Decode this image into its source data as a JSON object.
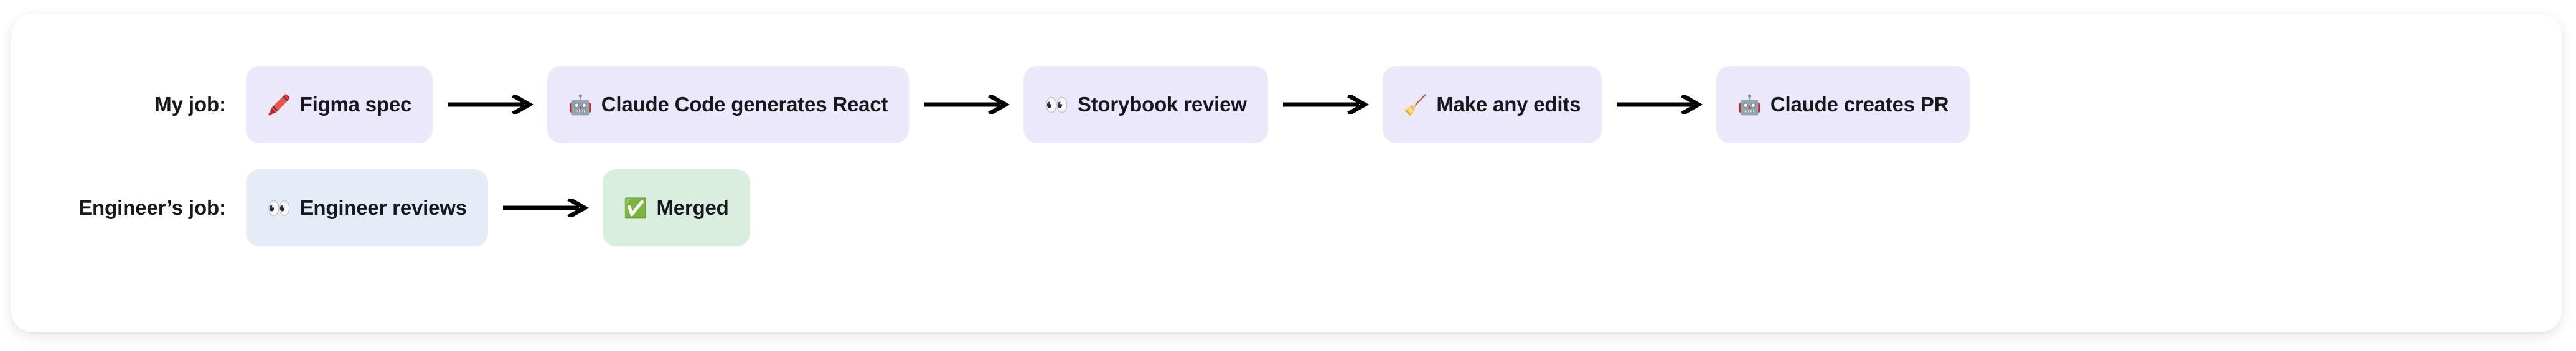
{
  "diagram": {
    "type": "flowchart",
    "orientation": "horizontal",
    "colors": {
      "card_background": "#ffffff",
      "page_background": "#ffffff",
      "chip_purple": "#ebe8fb",
      "chip_blue": "#e4ecf8",
      "chip_green": "#d9eede",
      "text": "#16181d",
      "arrow": "#000000"
    },
    "rows": [
      {
        "label": "My job:",
        "nodes": [
          {
            "emoji": "🖍️",
            "icon_name": "crayon-icon",
            "label": "Figma spec",
            "color": "purple"
          },
          {
            "emoji": "🤖",
            "icon_name": "robot-icon",
            "label": "Claude Code generates React",
            "color": "purple"
          },
          {
            "emoji": "👀",
            "icon_name": "eyes-icon",
            "label": "Storybook review",
            "color": "purple"
          },
          {
            "emoji": "🧹",
            "icon_name": "broom-icon",
            "label": "Make any edits",
            "color": "purple"
          },
          {
            "emoji": "🤖",
            "icon_name": "robot-icon",
            "label": "Claude creates PR",
            "color": "purple"
          }
        ]
      },
      {
        "label": "Engineer’s job:",
        "nodes": [
          {
            "emoji": "👀",
            "icon_name": "eyes-icon",
            "label": "Engineer reviews",
            "color": "blue"
          },
          {
            "emoji": "✅",
            "icon_name": "check-mark-button-icon",
            "label": "Merged",
            "color": "green"
          }
        ]
      }
    ],
    "arrow_glyph": "⟶"
  }
}
